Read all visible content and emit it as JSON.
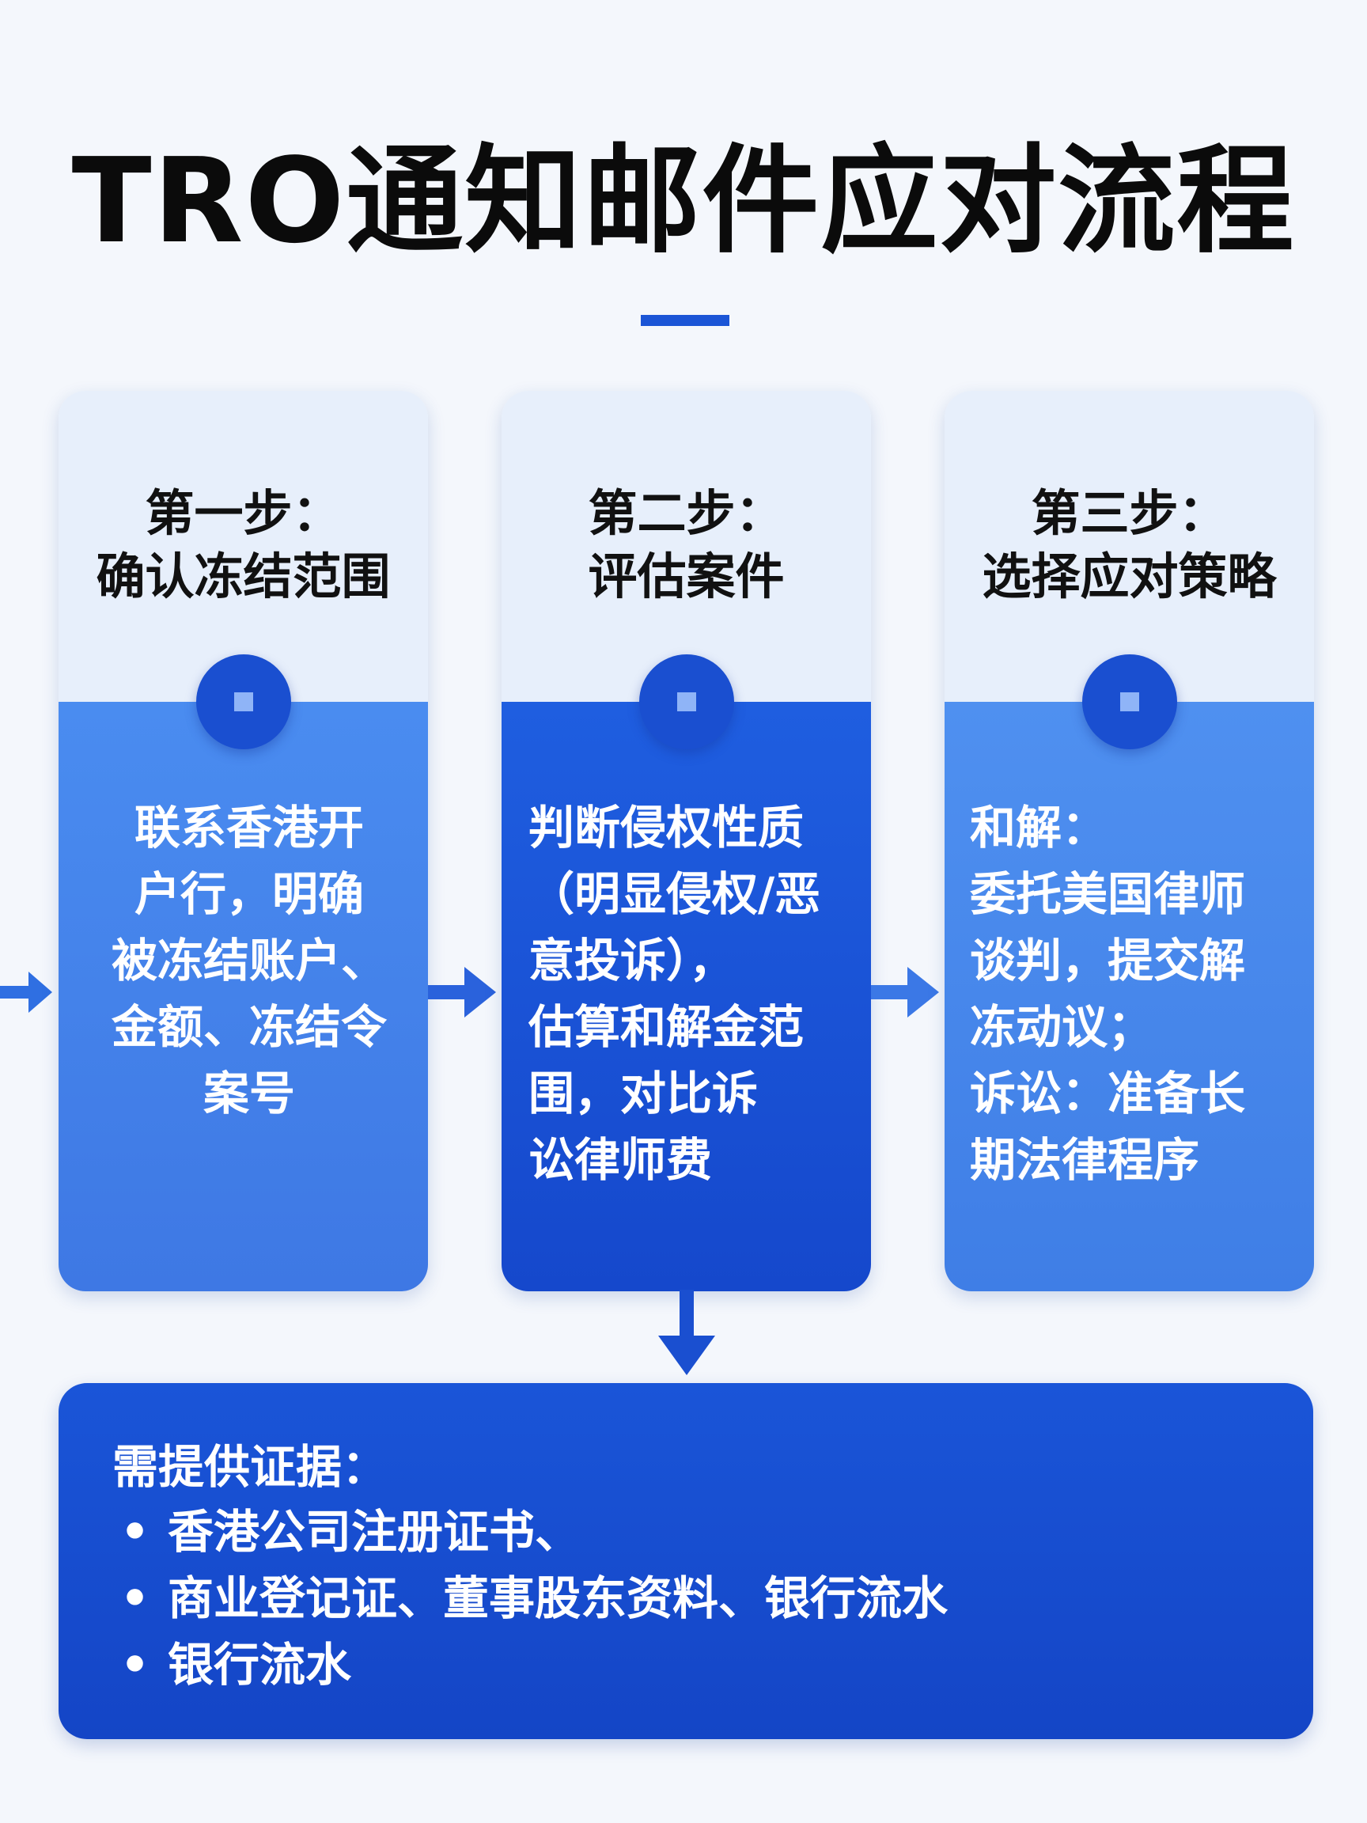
{
  "title": "TRO通知邮件应对流程",
  "steps": [
    {
      "label": "第一步：",
      "name": "确认冻结范围",
      "body_lines": [
        "联系香港开",
        "户行，明确",
        "被冻结账户、",
        "金额、冻结令",
        "案号"
      ]
    },
    {
      "label": "第二步：",
      "name": "评估案件",
      "body_lines": [
        "判断侵权性质",
        "（明显侵权/恶",
        "意投诉），",
        "估算和解金范",
        "围，对比诉",
        "讼律师费"
      ]
    },
    {
      "label": "第三步：",
      "name": "选择应对策略",
      "body_lines": [
        "和解：",
        "委托美国律师",
        "谈判，提交解",
        "冻动议；",
        "诉讼：准备长",
        "期法律程序"
      ]
    }
  ],
  "evidence": {
    "title": "需提供证据：",
    "items": [
      "香港公司注册证书、",
      "商业登记证、董事股东资料、银行流水",
      "银行流水"
    ]
  },
  "colors": {
    "accent": "#1b55d6",
    "card_top": "#e7effb",
    "step1_fill": "#4a8cf0",
    "step2_fill": "#1f5ee0",
    "step3_fill": "#4f90f0",
    "evidence_fill": "#1a55d8"
  }
}
